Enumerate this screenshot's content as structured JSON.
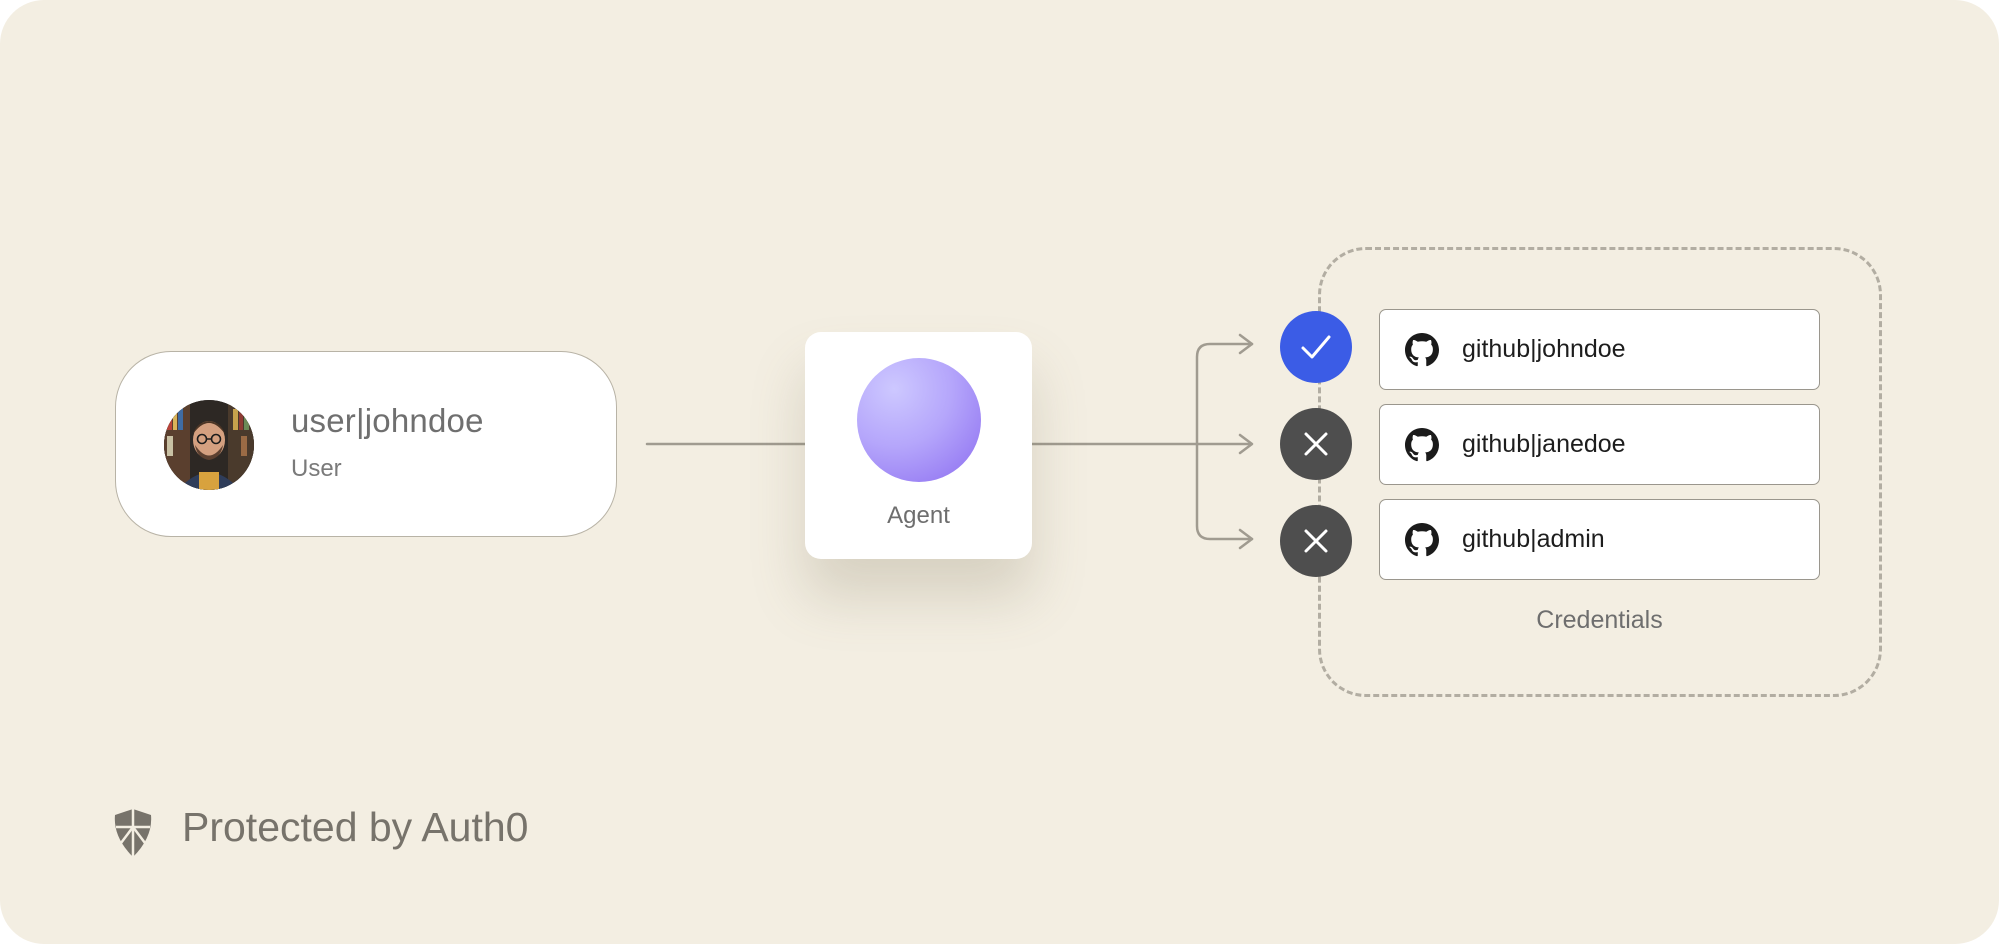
{
  "user": {
    "name": "user|johndoe",
    "role": "User",
    "avatar_icon": "user-photo-avatar"
  },
  "agent": {
    "label": "Agent",
    "orb_color": "#a58cf7"
  },
  "credentials": {
    "caption": "Credentials",
    "items": [
      {
        "label": "github|johndoe",
        "status": "allowed",
        "status_icon": "check-icon",
        "provider_icon": "github-icon"
      },
      {
        "label": "github|janedoe",
        "status": "denied",
        "status_icon": "close-icon",
        "provider_icon": "github-icon"
      },
      {
        "label": "github|admin",
        "status": "denied",
        "status_icon": "close-icon",
        "provider_icon": "github-icon"
      }
    ]
  },
  "footer": {
    "text": "Protected by Auth0",
    "logo_icon": "auth0-shield-icon"
  },
  "colors": {
    "background": "#f3eee2",
    "allowed": "#3b5ce6",
    "denied": "#4e4e4e",
    "connector": "#a09b90"
  }
}
